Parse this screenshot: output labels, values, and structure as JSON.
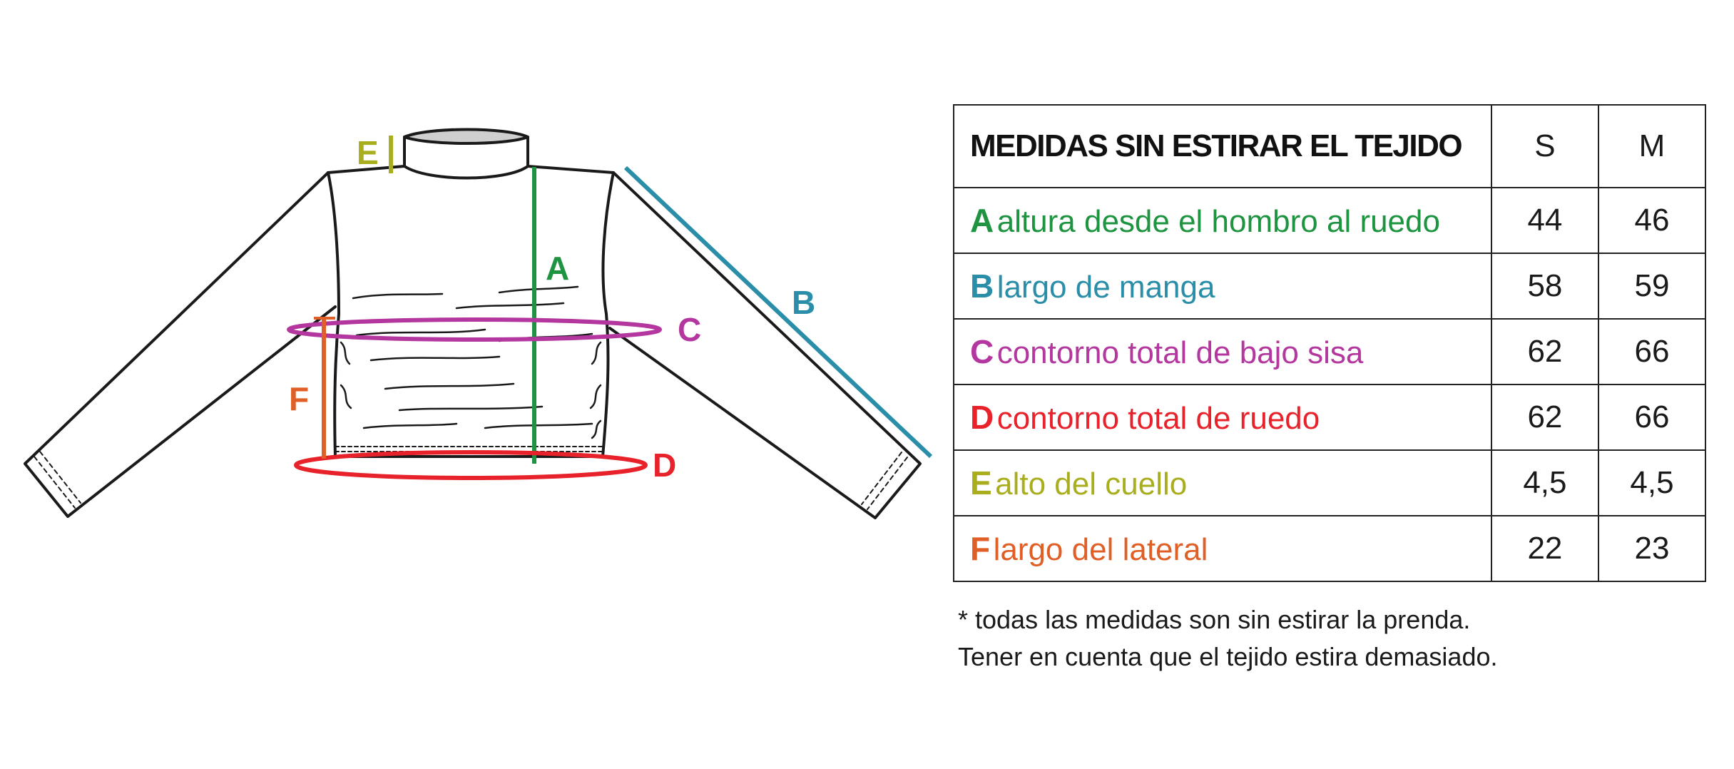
{
  "colors": {
    "A": "#1e9440",
    "B": "#2b8ea8",
    "C": "#b3379e",
    "D": "#e8222a",
    "E": "#a9ae1e",
    "F": "#e05f26",
    "outline": "#1a1a1a"
  },
  "diagram": {
    "labels": {
      "A": "A",
      "B": "B",
      "C": "C",
      "D": "D",
      "E": "E",
      "F": "F"
    }
  },
  "table": {
    "header": {
      "title": "MEDIDAS SIN ESTIRAR EL TEJIDO",
      "sizes": [
        "S",
        "M"
      ]
    },
    "rows": [
      {
        "letter": "A",
        "desc": "altura desde el hombro al ruedo",
        "s": "44",
        "m": "46"
      },
      {
        "letter": "B",
        "desc": "largo de manga",
        "s": "58",
        "m": "59"
      },
      {
        "letter": "C",
        "desc": "contorno total de bajo sisa",
        "s": "62",
        "m": "66"
      },
      {
        "letter": "D",
        "desc": "contorno total de ruedo",
        "s": "62",
        "m": "66"
      },
      {
        "letter": "E",
        "desc": "alto del cuello",
        "s": "4,5",
        "m": "4,5"
      },
      {
        "letter": "F",
        "desc": "largo del lateral",
        "s": "22",
        "m": "23"
      }
    ]
  },
  "notes": {
    "line1": "* todas las medidas son sin estirar la prenda.",
    "line2": "Tener en cuenta que el tejido estira demasiado."
  }
}
